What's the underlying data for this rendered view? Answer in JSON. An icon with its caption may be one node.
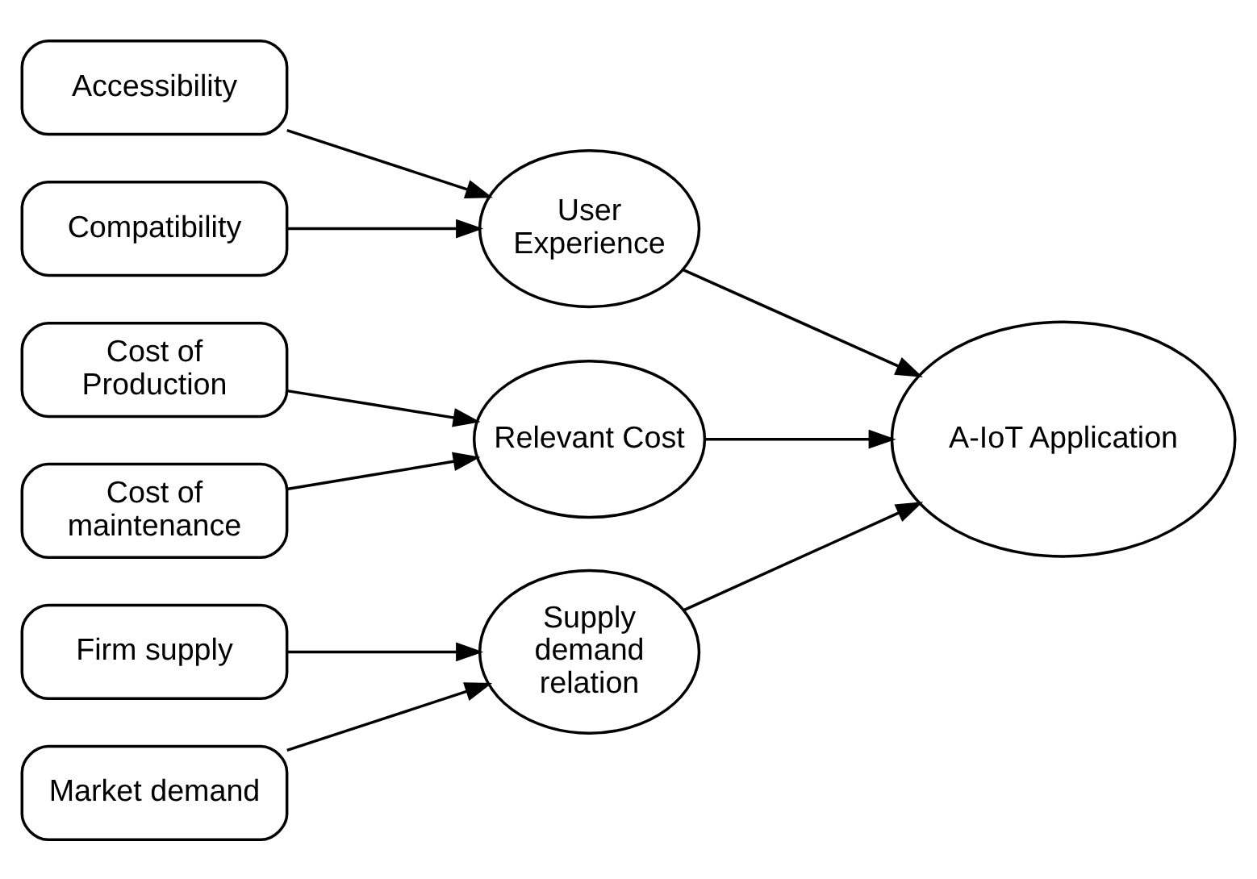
{
  "diagram": {
    "nodes": [
      {
        "text": [
          "Accessibility"
        ]
      },
      {
        "text": [
          "Compatibility"
        ]
      },
      {
        "text": [
          "User Experience"
        ]
      },
      {
        "text": [
          "Cost of Production"
        ]
      },
      {
        "text": [
          "Cost of maintenance"
        ]
      },
      {
        "text": [
          "Relevant Cost"
        ]
      },
      {
        "text": [
          "Firm supply"
        ]
      },
      {
        "text": [
          "Market demand"
        ]
      },
      {
        "text": [
          "Supply demand relation"
        ]
      },
      {
        "text": [
          "A-IoT Application"
        ]
      }
    ],
    "edges": [
      {
        "from": 0,
        "to": 2,
        "arrow": "to"
      },
      {
        "from": 1,
        "to": 2,
        "arrow": "to"
      },
      {
        "from": 3,
        "to": 5,
        "arrow": "to"
      },
      {
        "from": 4,
        "to": 5,
        "arrow": "to"
      },
      {
        "from": 6,
        "to": 8,
        "arrow": "to"
      },
      {
        "from": 7,
        "to": 8,
        "arrow": "to"
      },
      {
        "from": 2,
        "to": 9,
        "arrow": "to"
      },
      {
        "from": 5,
        "to": 9,
        "arrow": "to"
      },
      {
        "from": 8,
        "to": 9,
        "arrow": "to"
      }
    ]
  }
}
